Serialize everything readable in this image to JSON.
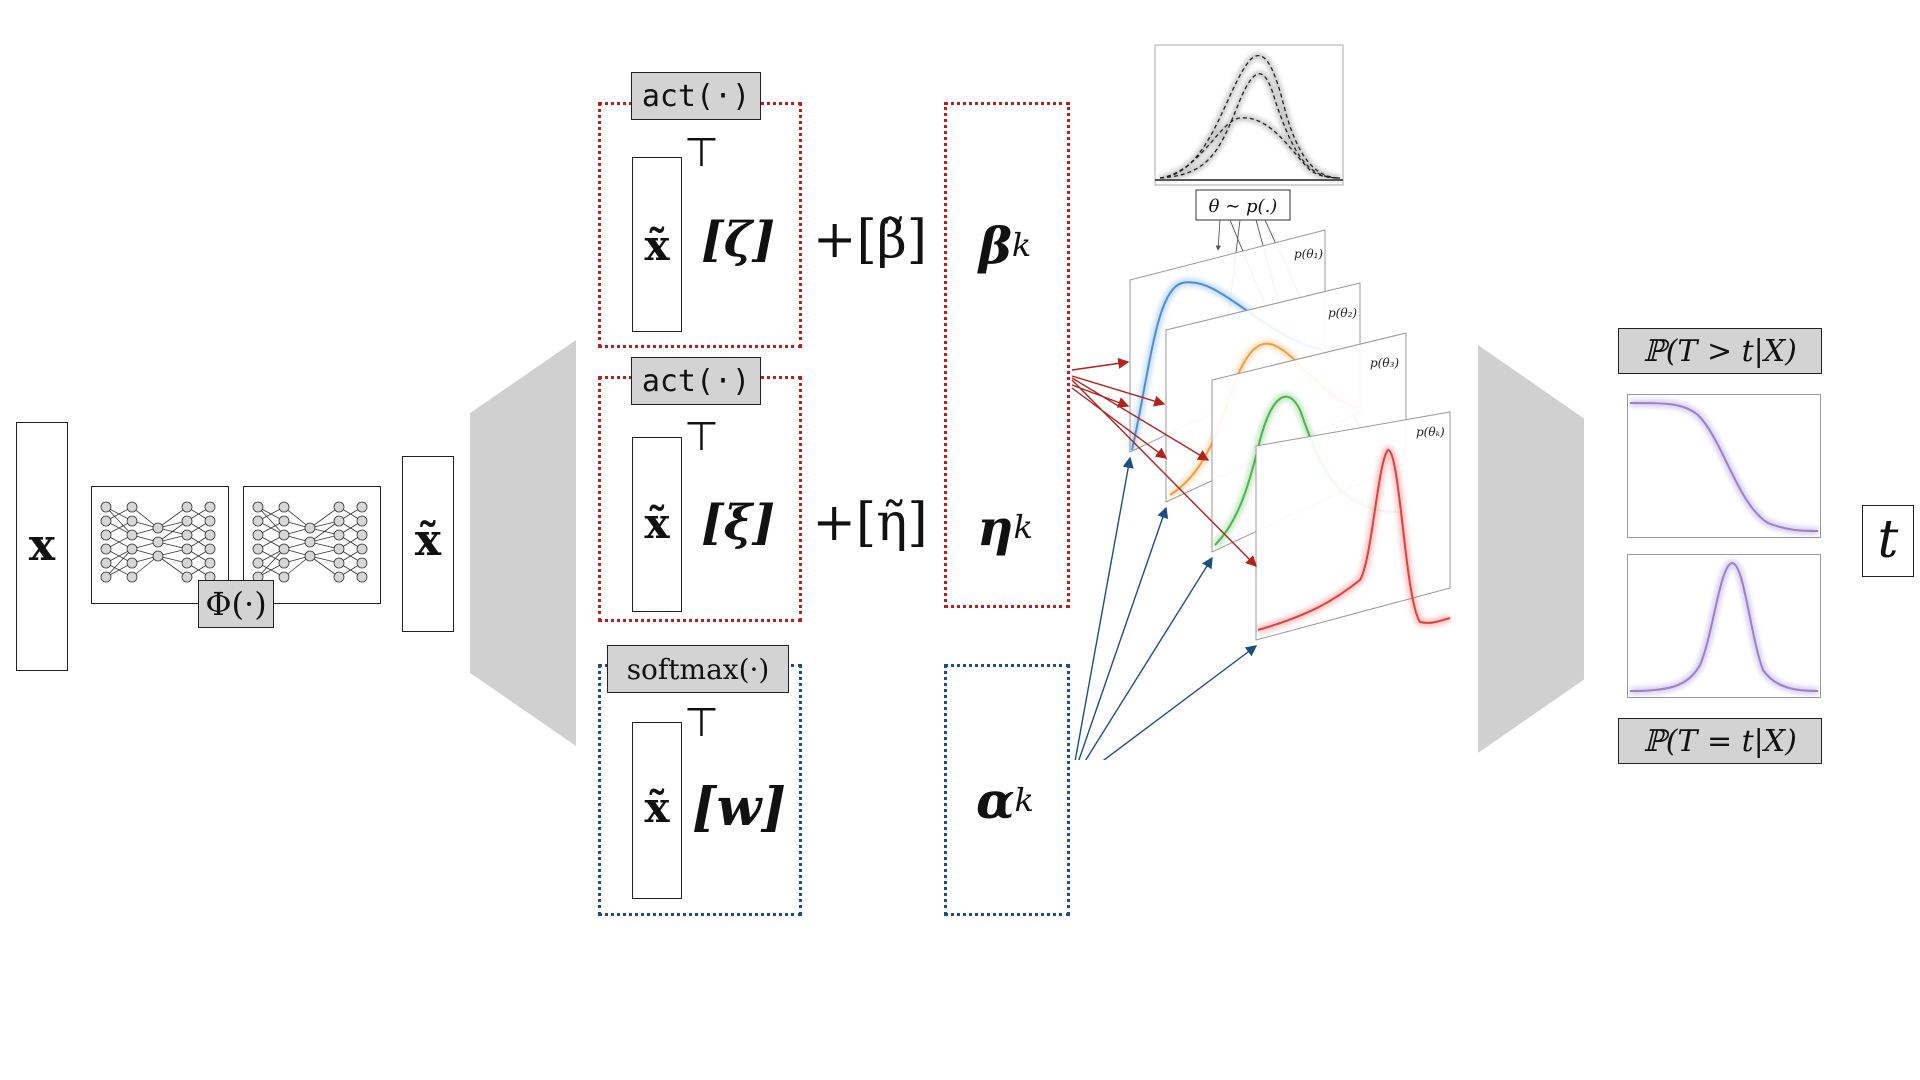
{
  "input": {
    "x_label": "x"
  },
  "encoder": {
    "phi_label": "Φ(·)"
  },
  "embedding": {
    "xt_label": "x̃"
  },
  "heads": {
    "beta": {
      "activation": "act(·)",
      "x_label": "x̃",
      "transpose": "⊤",
      "weight": "[ζ]",
      "bias": "+[β̃]",
      "output": "β",
      "subscript": "k"
    },
    "eta": {
      "activation": "act(·)",
      "x_label": "x̃",
      "transpose": "⊤",
      "weight": "[ξ]",
      "bias": "+[η̃]",
      "output": "η",
      "subscript": "k"
    },
    "alpha": {
      "activation": "softmax(·)",
      "x_label": "x̃",
      "transpose": "⊤",
      "weight": "[w]",
      "output": "α",
      "subscript": "k"
    }
  },
  "prior": {
    "label": "θ ∼ p(.)"
  },
  "components": {
    "labels": [
      "p(θ₁)",
      "p(θ₂)",
      "p(θ₃)",
      "p(θₖ)"
    ],
    "colors": [
      "#4a90d9",
      "#f0a040",
      "#4cb54c",
      "#e04040"
    ]
  },
  "outputs": {
    "survival_label": "ℙ(T > t|X)",
    "density_label": "ℙ(T = t|X)",
    "curve_color": "#9b7fd0"
  },
  "target": {
    "t_label": "t"
  },
  "colors": {
    "red_dotted": "#b3231d",
    "blue_dotted": "#1f4e82",
    "tag_fill": "#d3d3d3",
    "trapezoid": "#d0d0d0"
  }
}
